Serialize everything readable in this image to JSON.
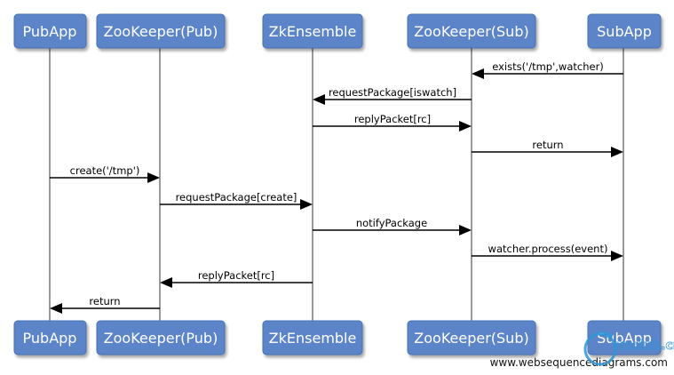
{
  "diagram": {
    "actors": [
      {
        "label": "PubApp"
      },
      {
        "label": "ZooKeeper(Pub)"
      },
      {
        "label": "ZkEnsemble"
      },
      {
        "label": "ZooKeeper(Sub)"
      },
      {
        "label": "SubApp"
      }
    ],
    "messages": [
      {
        "from": 4,
        "to": 3,
        "label": "exists('/tmp',watcher)"
      },
      {
        "from": 3,
        "to": 2,
        "label": "requestPackage[iswatch]"
      },
      {
        "from": 2,
        "to": 3,
        "label": "replyPacket[rc]"
      },
      {
        "from": 3,
        "to": 4,
        "label": "return"
      },
      {
        "from": 0,
        "to": 1,
        "label": "create('/tmp')"
      },
      {
        "from": 1,
        "to": 2,
        "label": "requestPackage[create]"
      },
      {
        "from": 2,
        "to": 3,
        "label": "notifyPackage"
      },
      {
        "from": 3,
        "to": 4,
        "label": "watcher.process(event)"
      },
      {
        "from": 2,
        "to": 1,
        "label": "replyPacket[rc]"
      },
      {
        "from": 1,
        "to": 0,
        "label": "return"
      }
    ],
    "footer": "www.websequencediagrams.com",
    "watermark": "vxclub.cn",
    "colors": {
      "actor_fill": "#5b84c8",
      "actor_text": "#ffffff",
      "lifeline": "#9a9a9a",
      "arrow": "#000000"
    }
  }
}
